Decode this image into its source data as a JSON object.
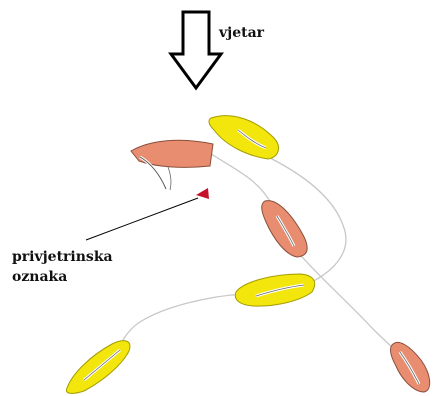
{
  "labels": {
    "wind": "vjetar",
    "mark_line1": "privjetrinska",
    "mark_line2": "oznaka"
  },
  "colors": {
    "yellow_boat": "#f2e60c",
    "orange_boat": "#e98d70",
    "mark": "#c4122a",
    "track": "#c8c8c8",
    "outline": "#000000"
  },
  "icons": {
    "wind_arrow": "down-arrow-outline",
    "mark": "triangle-buoy"
  }
}
